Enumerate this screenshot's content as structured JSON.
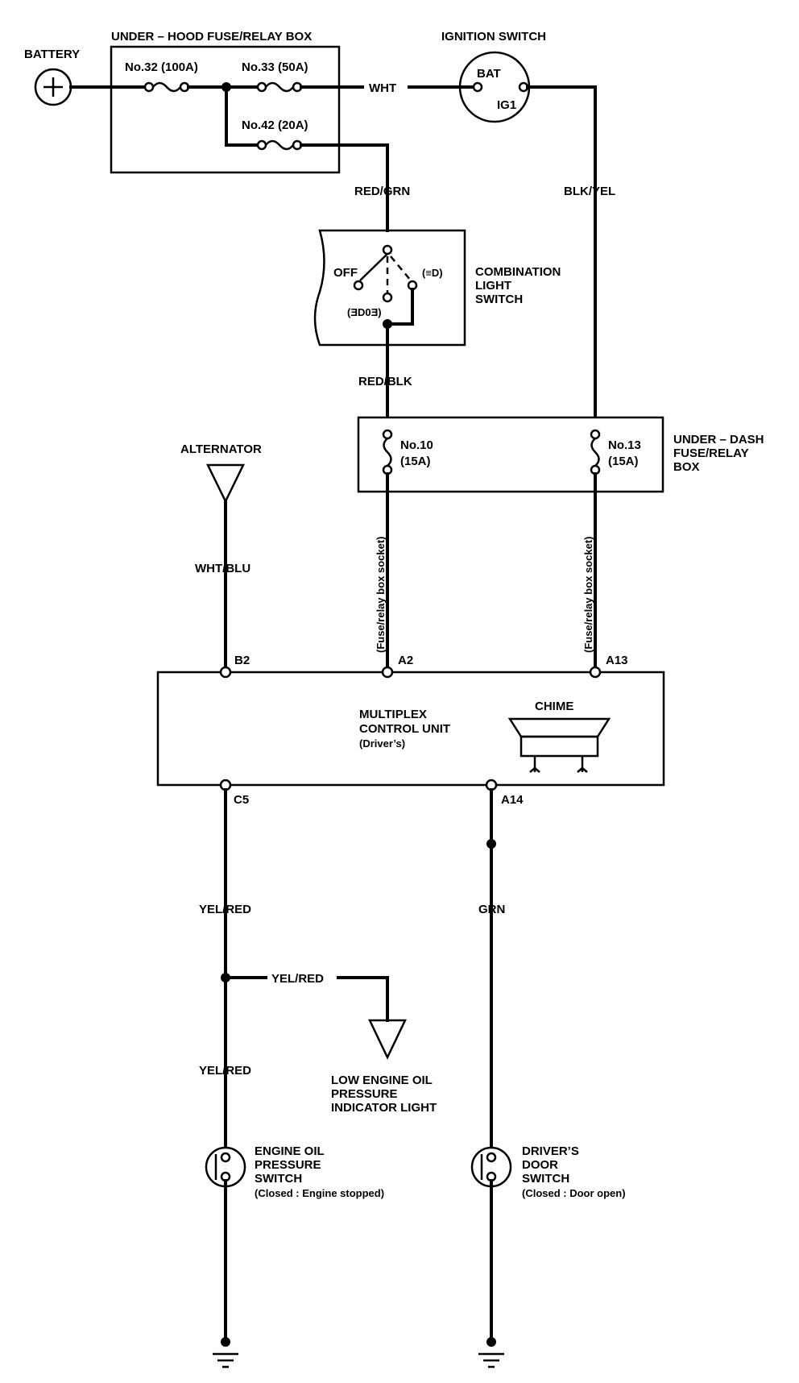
{
  "battery": {
    "label": "BATTERY"
  },
  "underhood_box": {
    "title": "UNDER – HOOD FUSE/RELAY BOX",
    "fuse32": "No.32 (100A)",
    "fuse33": "No.33 (50A)",
    "fuse42": "No.42 (20A)"
  },
  "ignition_switch": {
    "title": "IGNITION SWITCH",
    "bat": "BAT",
    "ig1": "IG1"
  },
  "wires": {
    "wht": "WHT",
    "red_grn": "RED/GRN",
    "blk_yel": "BLK/YEL",
    "red_blk": "RED/BLK",
    "wht_blu": "WHT/BLU",
    "yel_red_1": "YEL/RED",
    "yel_red_2": "YEL/RED",
    "yel_red_3": "YEL/RED",
    "grn": "GRN"
  },
  "combination_switch": {
    "title_1": "COMBINATION",
    "title_2": "LIGHT",
    "title_3": "SWITCH",
    "off": "OFF",
    "pos_right": "(≡D)",
    "pos_bottom": "(ƎD0Ǝ)"
  },
  "underdash_box": {
    "title_1": "UNDER – DASH",
    "title_2": "FUSE/RELAY",
    "title_3": "BOX",
    "fuse10_a": "No.10",
    "fuse10_b": "(15A)",
    "fuse13_a": "No.13",
    "fuse13_b": "(15A)"
  },
  "socket_label_left": "(Fuse/relay box socket)",
  "socket_label_right": "(Fuse/relay box socket)",
  "alternator": {
    "label": "ALTERNATOR"
  },
  "mcu": {
    "title_1": "MULTIPLEX",
    "title_2": "CONTROL UNIT",
    "title_3": "(Driver’s)",
    "chime": "CHIME",
    "pin_b2": "B2",
    "pin_a2": "A2",
    "pin_a13": "A13",
    "pin_c5": "C5",
    "pin_a14": "A14"
  },
  "indicator": {
    "line1": "LOW ENGINE OIL",
    "line2": "PRESSURE",
    "line3": "INDICATOR LIGHT"
  },
  "oil_switch": {
    "line1": "ENGINE OIL",
    "line2": "PRESSURE",
    "line3": "SWITCH",
    "line4": "(Closed : Engine stopped)"
  },
  "door_switch": {
    "line1": "DRIVER’S",
    "line2": "DOOR",
    "line3": "SWITCH",
    "line4": "(Closed : Door open)"
  }
}
